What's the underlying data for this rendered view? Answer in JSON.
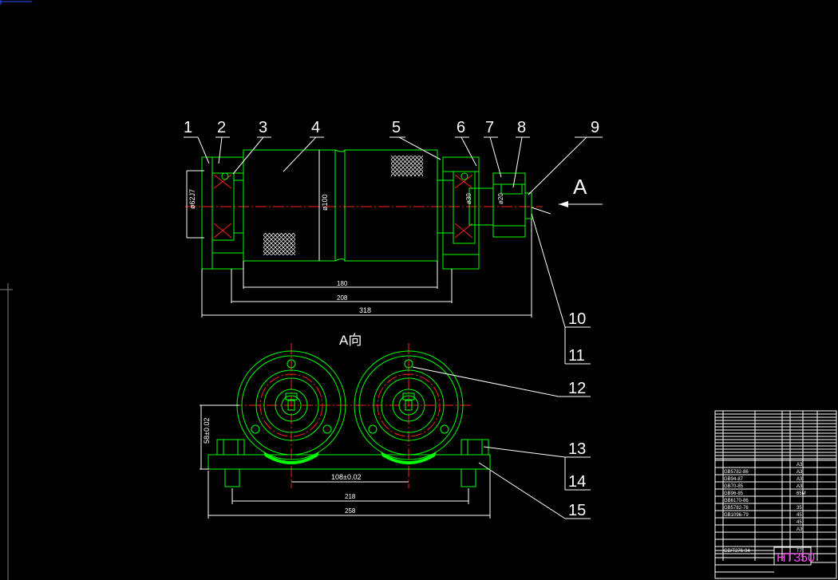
{
  "drawing": {
    "view_a_arrow_label": "A",
    "view_a_title": "A向",
    "material": "HT350",
    "callouts": [
      "1",
      "2",
      "3",
      "4",
      "5",
      "6",
      "7",
      "8",
      "9",
      "10",
      "11",
      "12",
      "13",
      "14",
      "15"
    ],
    "dimensions": {
      "left_bore": "ø62J7",
      "roller_dia": "ø100",
      "shaft_dia_right": "ø30",
      "shaft_dia_small": "ø20",
      "length_inner": "180",
      "length_mid": "208",
      "length_total": "318",
      "height": "58±0.02",
      "center_spacing": "108±0.02",
      "base_bolt_spacing": "218",
      "base_length": "258"
    },
    "title_block": {
      "rows": [
        {
          "code": "",
          "name": "",
          "qty": "",
          "mat": "A3"
        },
        {
          "code": "GB5782-86",
          "name": "",
          "qty": "",
          "mat": "A3"
        },
        {
          "code": "GB94-87",
          "name": "",
          "qty": "",
          "mat": "A3"
        },
        {
          "code": "GB70-85",
          "name": "",
          "qty": "",
          "mat": "A3"
        },
        {
          "code": "GB96-85",
          "name": "",
          "qty": "",
          "mat": "65M"
        },
        {
          "code": "GB6170-86",
          "name": "",
          "qty": "",
          "mat": ""
        },
        {
          "code": "GB5782-76",
          "name": "",
          "qty": "",
          "mat": "35"
        },
        {
          "code": "GB1096-79",
          "name": "",
          "qty": "",
          "mat": "45"
        },
        {
          "code": "",
          "name": "",
          "qty": "",
          "mat": "45"
        },
        {
          "code": "",
          "name": "",
          "qty": "",
          "mat": "A3"
        },
        {
          "code": "",
          "name": "",
          "qty": "",
          "mat": ""
        },
        {
          "code": "",
          "name": "",
          "qty": "",
          "mat": ""
        },
        {
          "code": "GB/T276-94",
          "name": "",
          "qty": "",
          "mat": "T7"
        },
        {
          "code": "",
          "name": "",
          "qty": "",
          "mat": ""
        }
      ]
    }
  }
}
